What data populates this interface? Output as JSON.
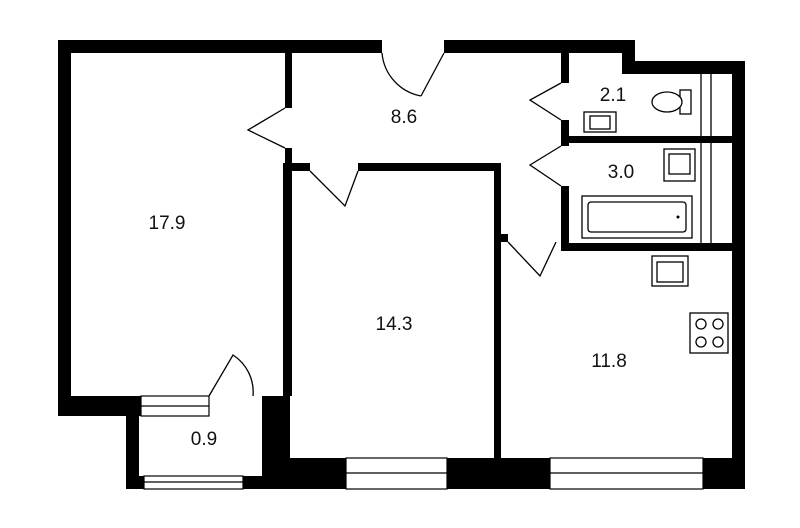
{
  "rooms": {
    "living_room": "17.9",
    "hallway": "8.6",
    "toilet": "2.1",
    "bathroom": "3.0",
    "bedroom": "14.3",
    "kitchen": "11.8",
    "balcony": "0.9"
  },
  "colors": {
    "wall": "#000000",
    "background": "#ffffff"
  }
}
